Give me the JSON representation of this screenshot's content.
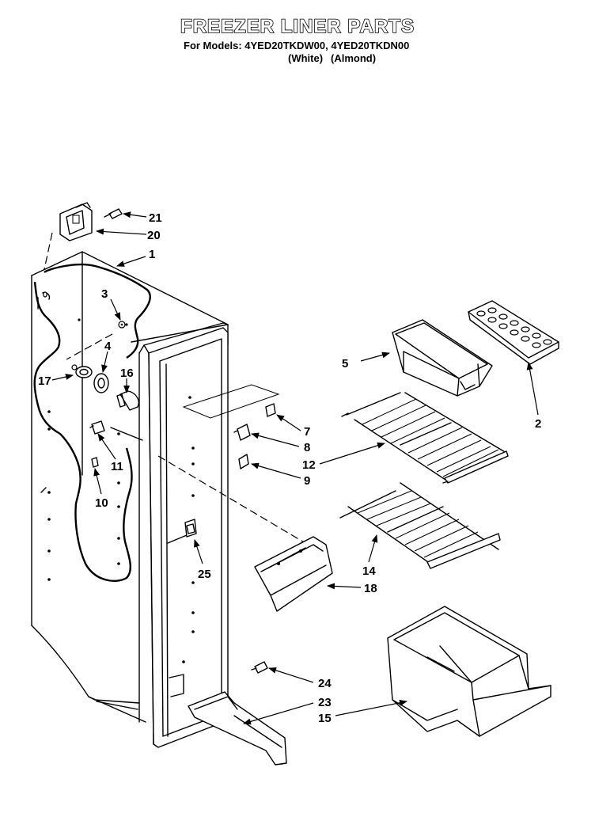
{
  "header": {
    "title": "FREEZER LINER PARTS",
    "models_line": "For Models: 4YED20TKDW00, 4YED20TKDN00",
    "variant_white": "(White)",
    "variant_almond": "(Almond)"
  },
  "callouts": [
    {
      "id": "21",
      "label": "21"
    },
    {
      "id": "20",
      "label": "20"
    },
    {
      "id": "1",
      "label": "1"
    },
    {
      "id": "3",
      "label": "3"
    },
    {
      "id": "4",
      "label": "4"
    },
    {
      "id": "16",
      "label": "16"
    },
    {
      "id": "17",
      "label": "17"
    },
    {
      "id": "5",
      "label": "5"
    },
    {
      "id": "2",
      "label": "2"
    },
    {
      "id": "7",
      "label": "7"
    },
    {
      "id": "8",
      "label": "8"
    },
    {
      "id": "12",
      "label": "12"
    },
    {
      "id": "9",
      "label": "9"
    },
    {
      "id": "11",
      "label": "11"
    },
    {
      "id": "10",
      "label": "10"
    },
    {
      "id": "25",
      "label": "25"
    },
    {
      "id": "14",
      "label": "14"
    },
    {
      "id": "18",
      "label": "18"
    },
    {
      "id": "24",
      "label": "24"
    },
    {
      "id": "23",
      "label": "23"
    },
    {
      "id": "15",
      "label": "15"
    }
  ]
}
